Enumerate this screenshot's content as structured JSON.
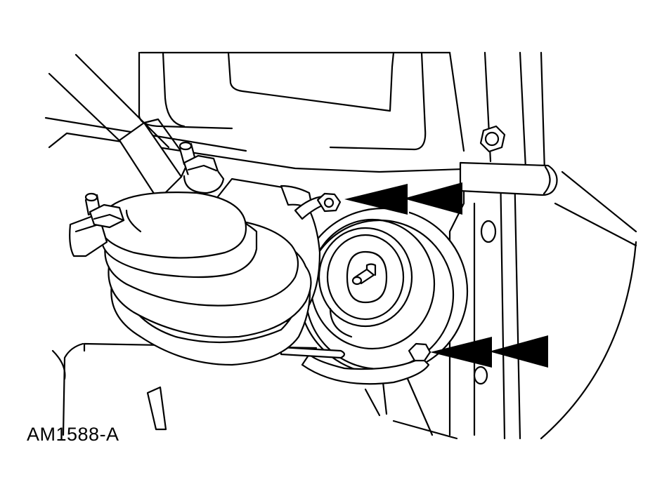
{
  "figure": {
    "id_label": "AM1588-A"
  },
  "callouts": [
    {
      "target": "upper-nut",
      "arrow_style": "double-solid-arrow"
    },
    {
      "target": "lower-nut",
      "arrow_style": "double-solid-arrow"
    }
  ],
  "colors": {
    "line": "#000000",
    "background": "#ffffff",
    "arrow_fill": "#000000"
  }
}
